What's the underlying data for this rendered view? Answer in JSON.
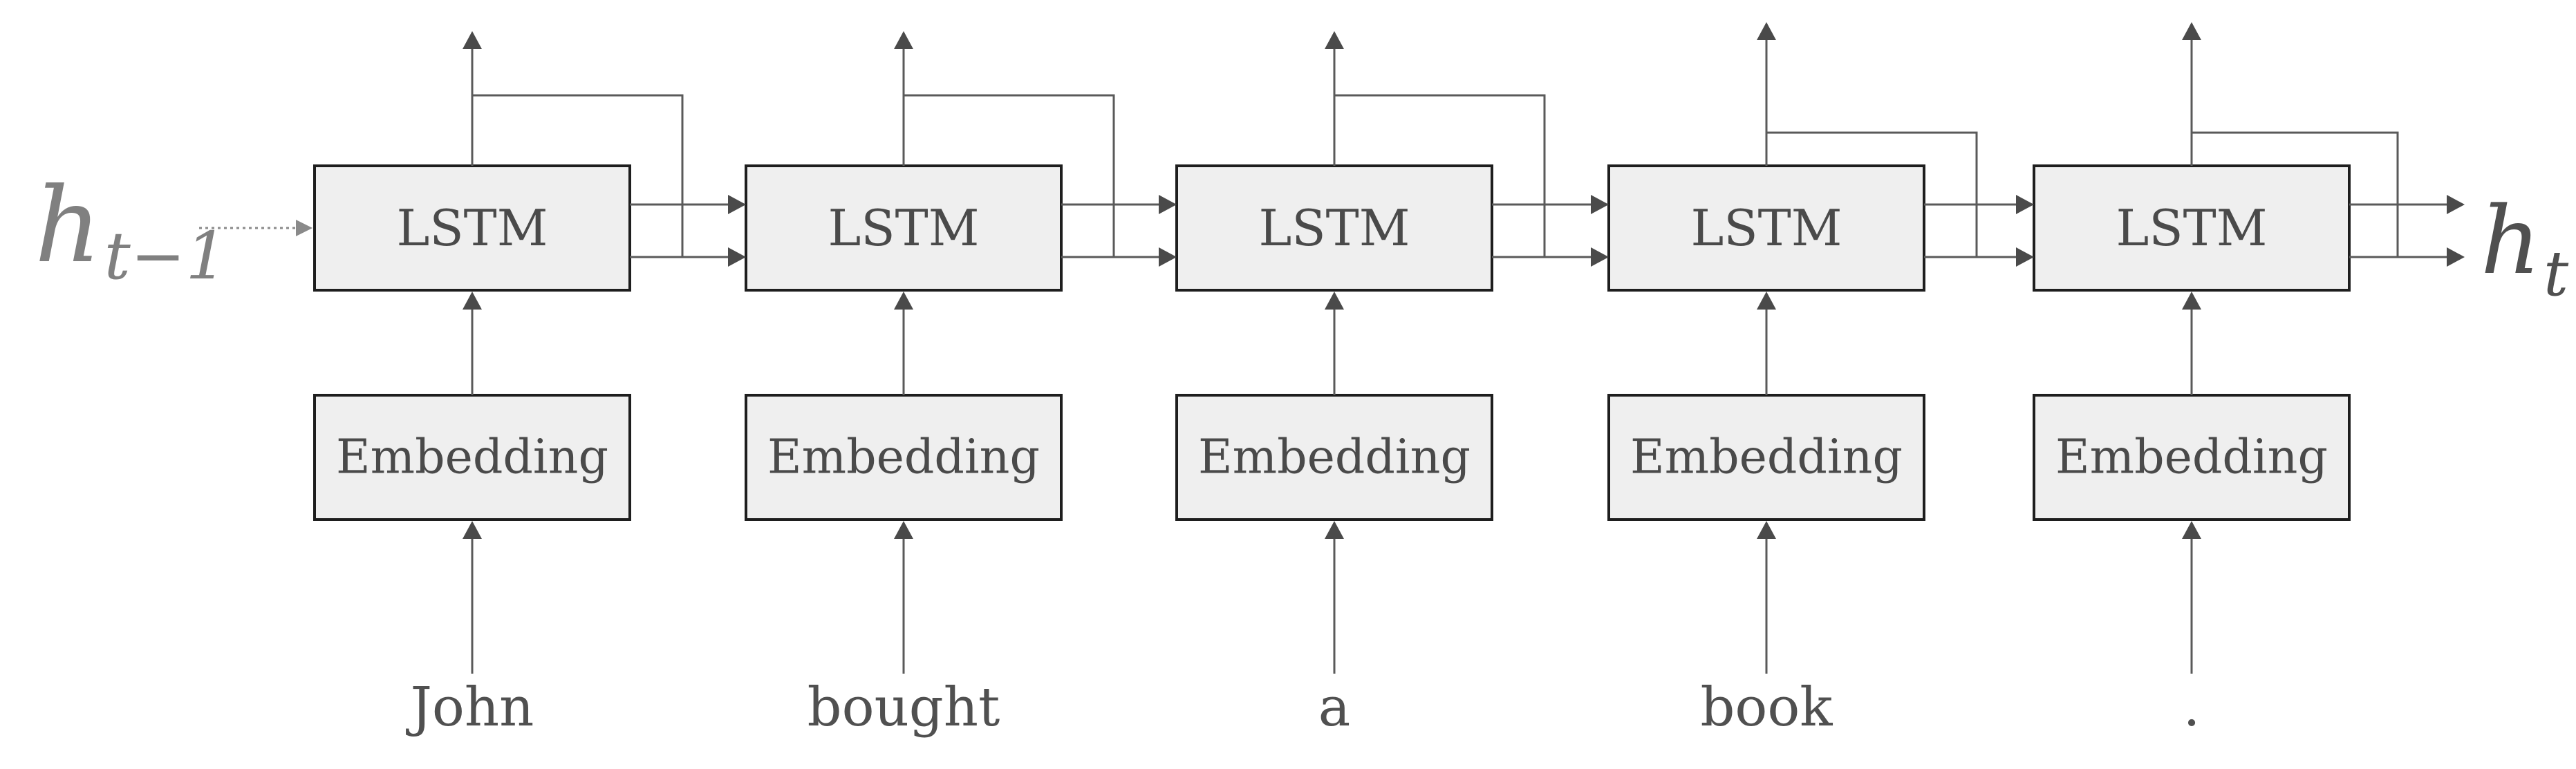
{
  "diagram": {
    "lstm_label": "LSTM",
    "embedding_label": "Embedding",
    "words": [
      "John",
      "bought",
      "a",
      "book",
      "."
    ],
    "input_state": {
      "base": "h",
      "subscript": "t−1"
    },
    "output_state": {
      "base": "h",
      "subscript": "t"
    }
  }
}
